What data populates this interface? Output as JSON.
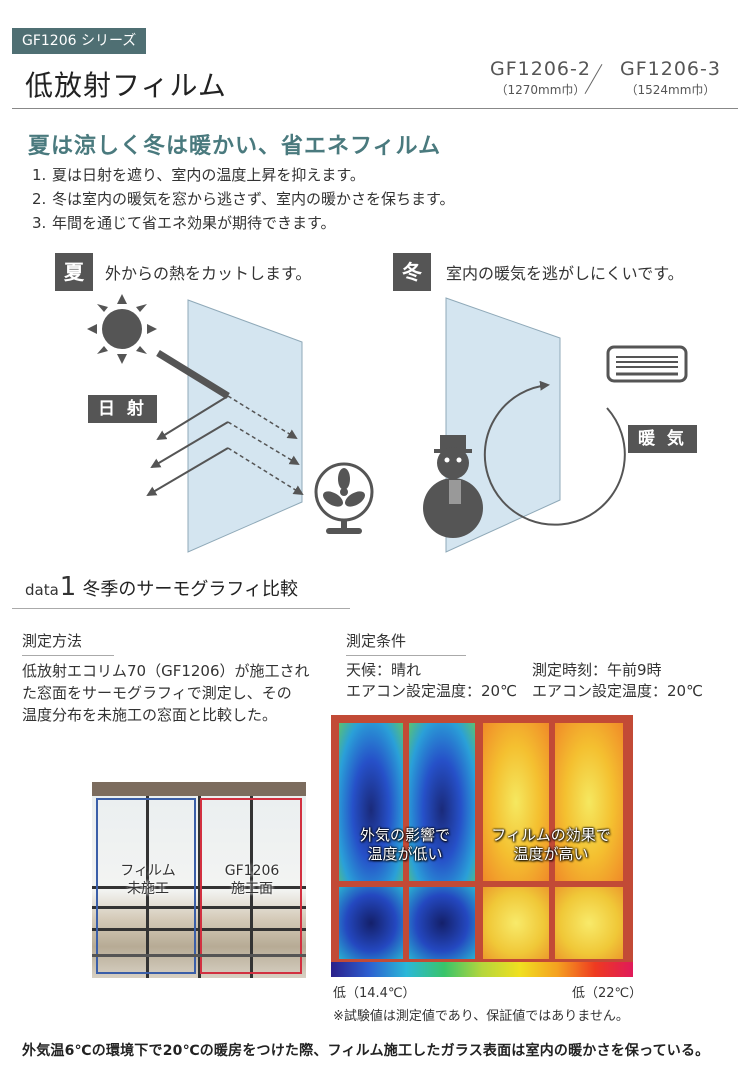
{
  "header": {
    "series": "GF1206 シリーズ",
    "title": "低放射フィルム",
    "models": [
      {
        "code": "GF1206-2",
        "width": "（1270mm巾）"
      },
      {
        "code": "GF1206-3",
        "width": "（1524mm巾）"
      }
    ]
  },
  "intro": {
    "headline": "夏は涼しく冬は暖かい、省エネフィルム",
    "points": [
      {
        "num": "1.",
        "text": "夏は日射を遮り、室内の温度上昇を抑えます。"
      },
      {
        "num": "2.",
        "text": "冬は室内の暖気を窓から逃さず、室内の暖かさを保ちます。"
      },
      {
        "num": "3.",
        "text": "年間を通じて省エネ効果が期待できます。"
      }
    ]
  },
  "summer": {
    "badge": "夏",
    "text": "外からの熱をカットします。",
    "label": "日 射"
  },
  "winter": {
    "badge": "冬",
    "text": "室内の暖気を逃がしにくいです。",
    "label": "暖 気"
  },
  "data1": {
    "word": "data",
    "number": "1",
    "title": "冬季のサーモグラフィ比較",
    "method_head": "測定方法",
    "method_lines": [
      "低放射エコリム70（GF1206）が施工され",
      "た窓面をサーモグラフィで測定し、その",
      "温度分布を未施工の窓面と比較した。"
    ],
    "cond_head": "測定条件",
    "cond_rows": [
      [
        "天候：晴れ",
        "測定時刻：午前9時"
      ],
      [
        "エアコン設定温度：20℃",
        "エアコン設定温度：20℃"
      ]
    ],
    "photo_labels": {
      "left": [
        "フィルム",
        "未施工"
      ],
      "right": [
        "GF1206",
        "施工面"
      ]
    },
    "thermo_labels": {
      "left": [
        "外気の影響で",
        "温度が低い"
      ],
      "right": [
        "フィルムの効果で",
        "温度が高い"
      ]
    },
    "scale_low": "低（14.4℃）",
    "scale_high": "低（22℃）",
    "note": "※試験値は測定値であり、保証値ではありません。"
  },
  "footer": "外気温6℃の環境下で20℃の暖房をつけた際、フィルム施工したガラス表面は室内の暖かさを保っている。",
  "colors": {
    "accent": "#4a7a7e",
    "tag_bg": "#4f6f73",
    "badge_bg": "#555555",
    "glass": "#d4e5f0"
  }
}
